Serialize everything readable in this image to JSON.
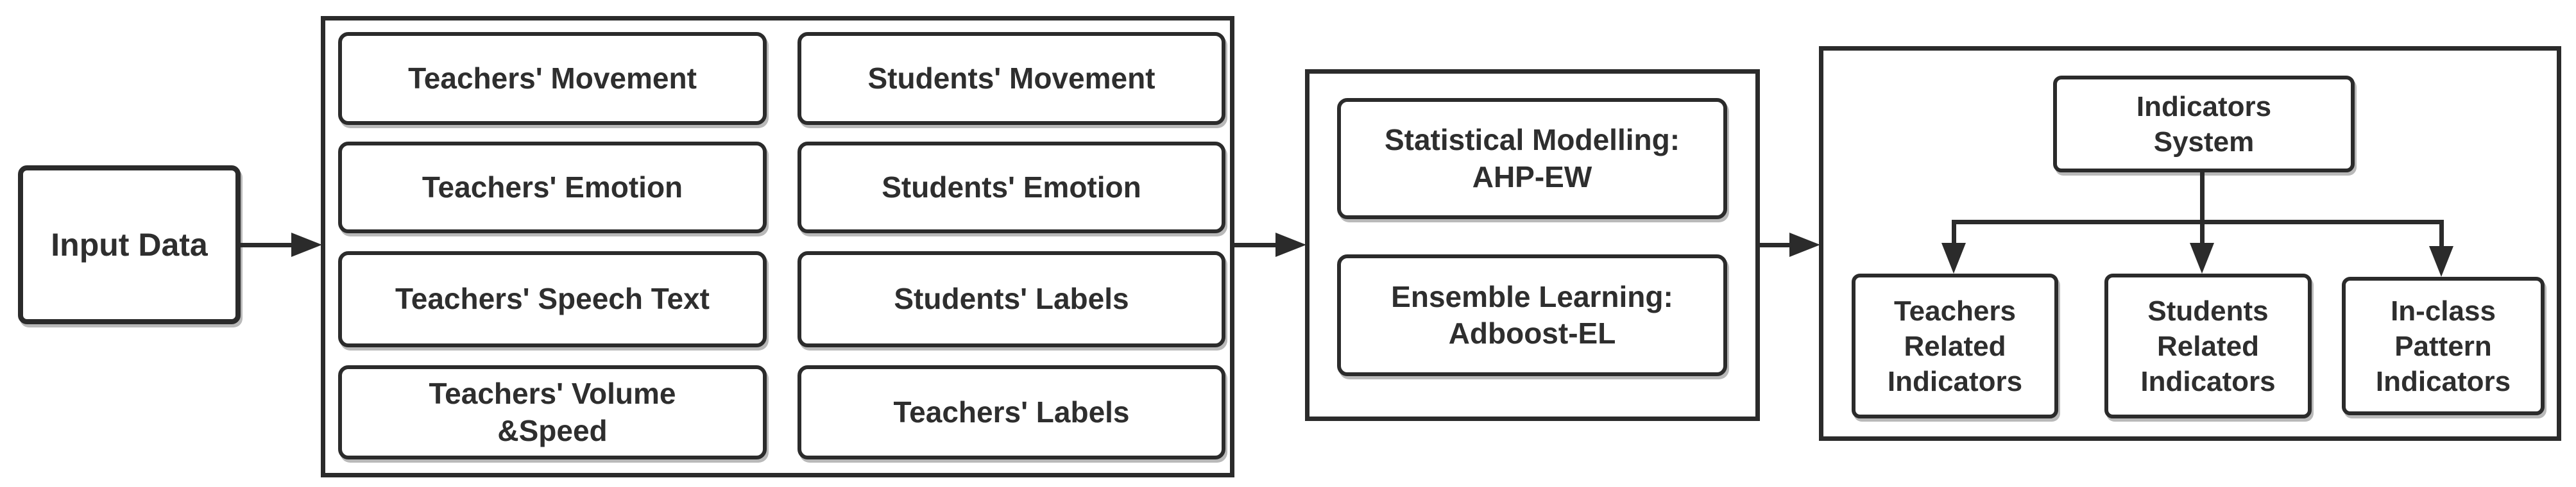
{
  "diagram": {
    "title": "Classroom analysis pipeline flow diagram",
    "colors": {
      "stroke": "#2b2b2b",
      "text": "#2e2e2e",
      "background": "#ffffff"
    },
    "input": {
      "label": "Input Data"
    },
    "features": {
      "items": [
        {
          "label": "Teachers' Movement"
        },
        {
          "label": "Teachers' Emotion"
        },
        {
          "label": "Teachers' Speech Text"
        },
        {
          "label": "Teachers' Volume\n&Speed"
        },
        {
          "label": "Students' Movement"
        },
        {
          "label": "Students' Emotion"
        },
        {
          "label": "Students' Labels"
        },
        {
          "label": "Teachers' Labels"
        }
      ]
    },
    "modelling": {
      "items": [
        {
          "label": "Statistical Modelling:\nAHP-EW"
        },
        {
          "label": "Ensemble Learning:\nAdboost-EL"
        }
      ]
    },
    "indicators": {
      "root": {
        "label": "Indicators\nSystem"
      },
      "items": [
        {
          "label": "Teachers\nRelated\nIndicators"
        },
        {
          "label": "Students\nRelated\nIndicators"
        },
        {
          "label": "In-class\nPattern\nIndicators"
        }
      ]
    }
  }
}
